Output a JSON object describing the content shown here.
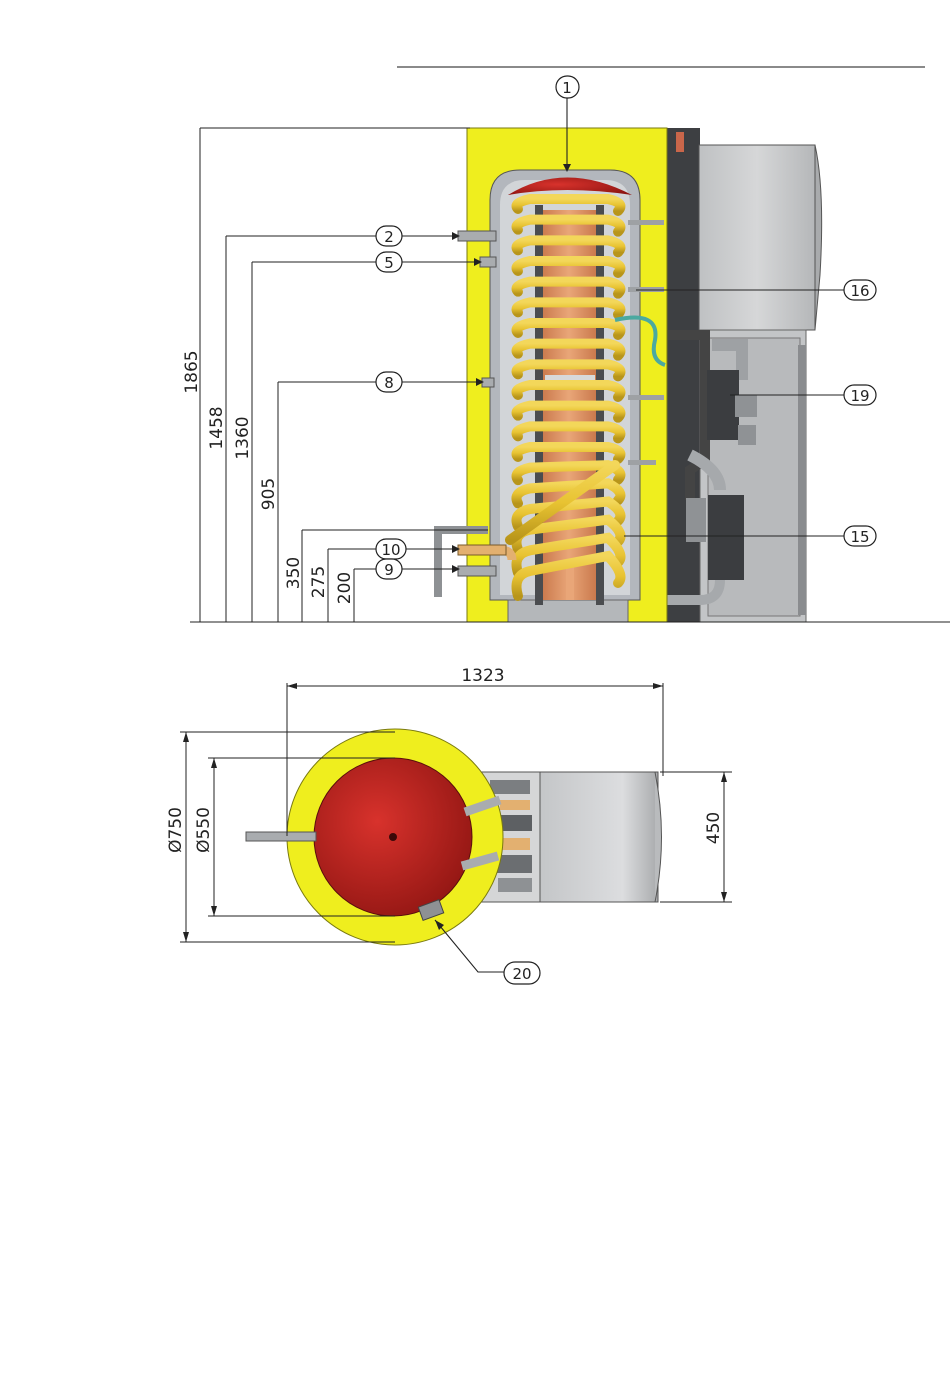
{
  "colors": {
    "insulation": "#efee1e",
    "tank_wall": "#b3b7bd",
    "tank_inside": "#d2d5d8",
    "coil": "#e8c332",
    "coil_shadow": "#b8951a",
    "core": "#d98a55",
    "dome": "#b0201c",
    "heat_pump_casing": "#cfd0d1",
    "pipe": "#c9cbcd",
    "dark_frame": "#3d3f42"
  },
  "front_view": {
    "dimensions": [
      "1865",
      "1458",
      "1360",
      "905",
      "350",
      "275",
      "200"
    ],
    "callouts": [
      "1",
      "2",
      "5",
      "8",
      "10",
      "9",
      "16",
      "19",
      "15"
    ]
  },
  "top_view": {
    "dimensions": [
      "1323",
      "Ø750",
      "Ø550",
      "450"
    ],
    "callouts": [
      "20"
    ]
  }
}
